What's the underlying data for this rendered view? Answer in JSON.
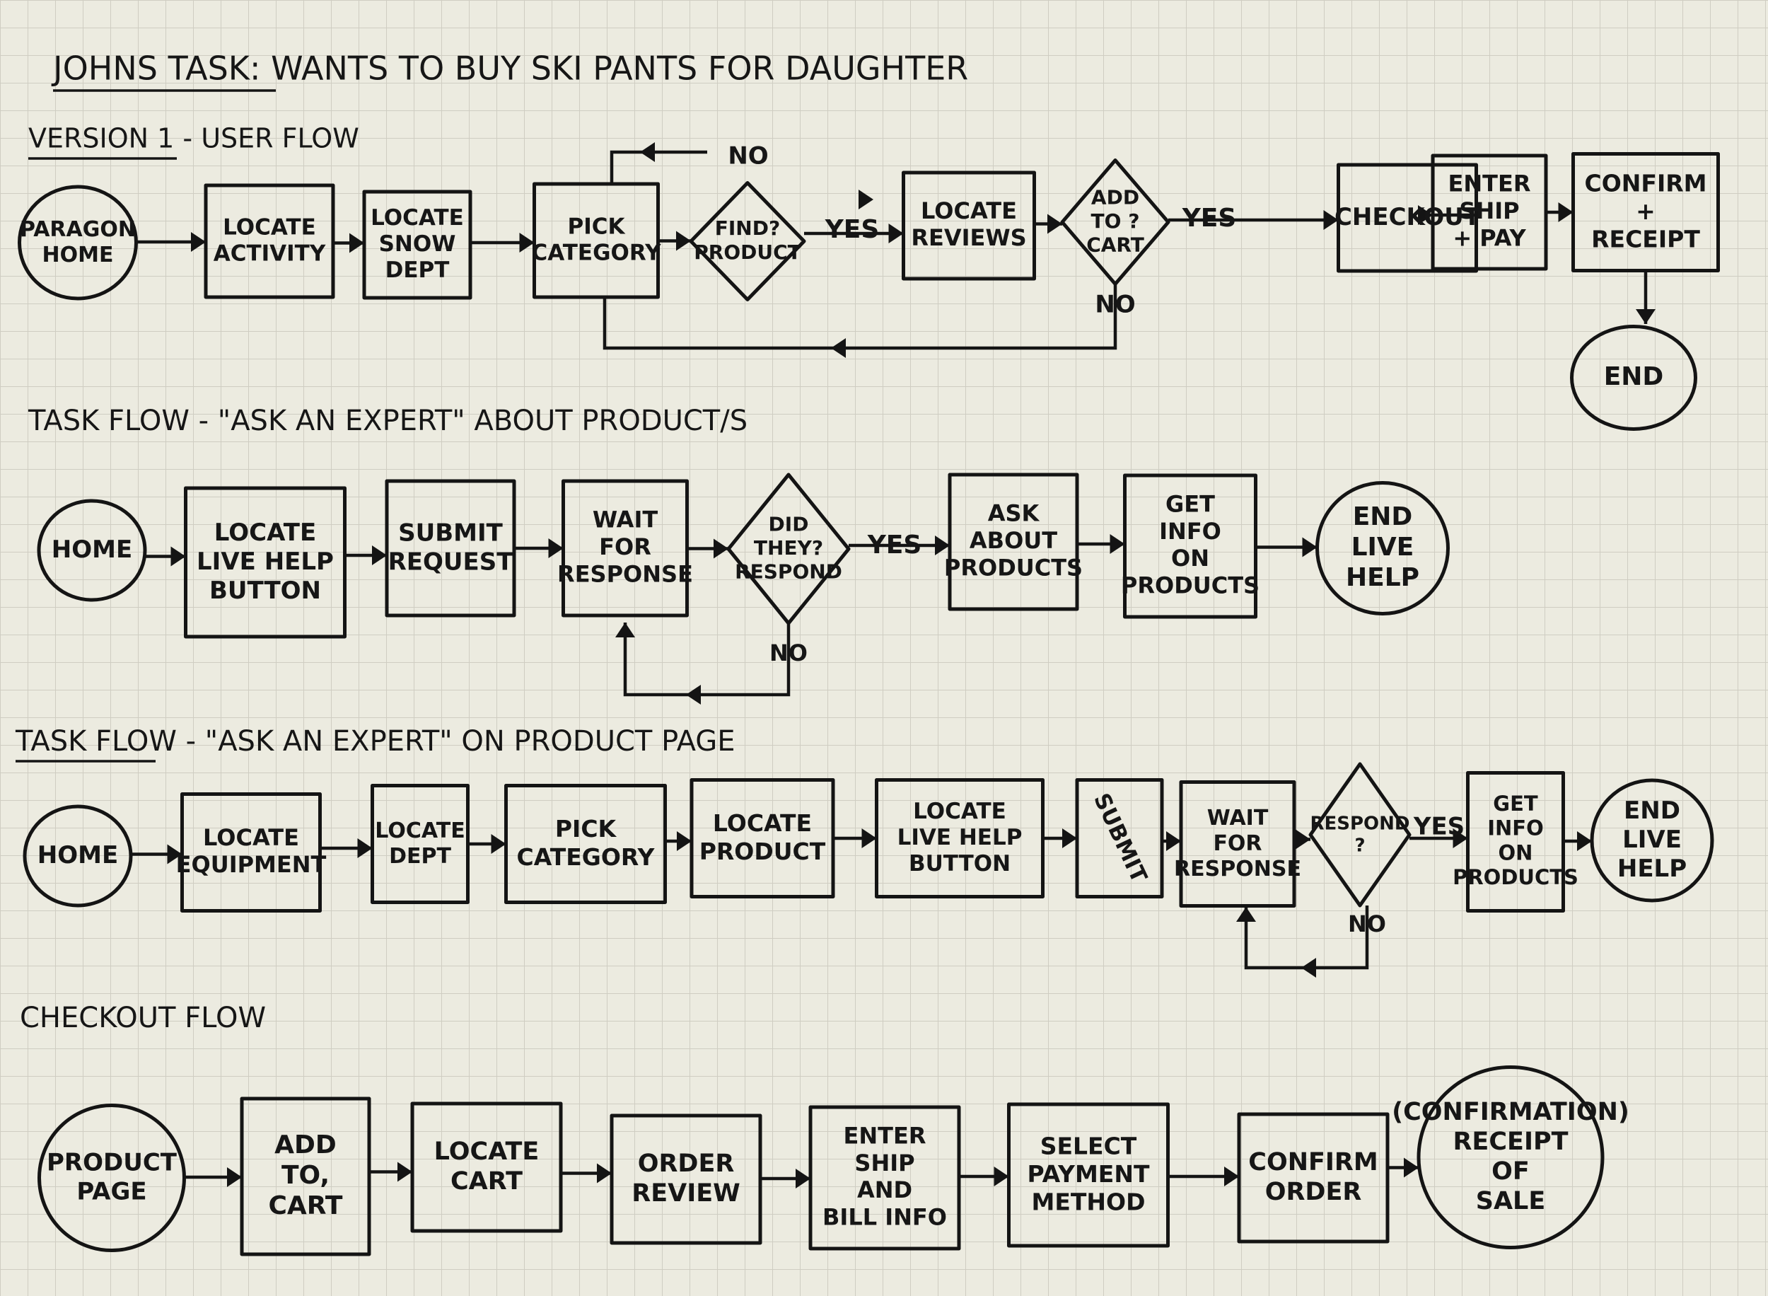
{
  "title": "JOHNS TASK: WANTS TO BUY SKI PANTS FOR DAUGHTER",
  "sections": [
    {
      "heading": "VERSION 1 - USER FLOW",
      "nodes": [
        {
          "id": "v1-paragon-home",
          "shape": "circle",
          "lines": [
            "PARAGON",
            "HOME"
          ]
        },
        {
          "id": "v1-locate-activity",
          "shape": "box",
          "lines": [
            "LOCATE",
            "ACTIVITY"
          ]
        },
        {
          "id": "v1-locate-snow-dept",
          "shape": "box",
          "lines": [
            "LOCATE",
            "SNOW",
            "DEPT"
          ]
        },
        {
          "id": "v1-pick-category",
          "shape": "box",
          "lines": [
            "PICK",
            "CATEGORY"
          ]
        },
        {
          "id": "v1-find-product",
          "shape": "diamond",
          "lines": [
            "FIND?",
            "PRODUCT"
          ]
        },
        {
          "id": "v1-locate-reviews",
          "shape": "box",
          "lines": [
            "LOCATE",
            "REVIEWS"
          ]
        },
        {
          "id": "v1-add-to-cart",
          "shape": "diamond",
          "lines": [
            "ADD",
            "TO ?",
            "CART"
          ]
        },
        {
          "id": "v1-checkout",
          "shape": "box",
          "lines": [
            "CHECKOUT"
          ]
        },
        {
          "id": "v1-enter-ship-pay",
          "shape": "box",
          "lines": [
            "ENTER",
            "SHIP",
            "+ PAY"
          ]
        },
        {
          "id": "v1-confirm-receipt",
          "shape": "box",
          "lines": [
            "CONFIRM",
            "+",
            "RECEIPT"
          ]
        },
        {
          "id": "v1-end",
          "shape": "circle",
          "lines": [
            "END"
          ]
        }
      ],
      "edge_labels": {
        "yes_1": "YES",
        "yes_2": "YES",
        "no_1": "NO",
        "no_2": "NO"
      }
    },
    {
      "heading": "TASK FLOW - \"ASK AN EXPERT\" ABOUT PRODUCT/S",
      "nodes": [
        {
          "id": "t1-home",
          "shape": "circle",
          "lines": [
            "HOME"
          ]
        },
        {
          "id": "t1-locate-live-help",
          "shape": "box",
          "lines": [
            "LOCATE",
            "LIVE HELP",
            "BUTTON"
          ]
        },
        {
          "id": "t1-submit-request",
          "shape": "box",
          "lines": [
            "SUBMIT",
            "REQUEST"
          ]
        },
        {
          "id": "t1-wait-for-response",
          "shape": "box",
          "lines": [
            "WAIT",
            "FOR",
            "RESPONSE"
          ]
        },
        {
          "id": "t1-did-they-respond",
          "shape": "diamond",
          "lines": [
            "DID",
            "THEY?",
            "RESPOND"
          ]
        },
        {
          "id": "t1-ask-about-products",
          "shape": "box",
          "lines": [
            "ASK",
            "ABOUT",
            "PRODUCTS"
          ]
        },
        {
          "id": "t1-get-info",
          "shape": "box",
          "lines": [
            "GET",
            "INFO",
            "ON",
            "PRODUCTS"
          ]
        },
        {
          "id": "t1-end-live-help",
          "shape": "circle",
          "lines": [
            "END",
            "LIVE",
            "HELP"
          ]
        }
      ],
      "edge_labels": {
        "yes": "YES",
        "no": "NO"
      }
    },
    {
      "heading": "TASK FLOW - \"ASK AN EXPERT\" ON PRODUCT PAGE",
      "nodes": [
        {
          "id": "t2-home",
          "shape": "circle",
          "lines": [
            "HOME"
          ]
        },
        {
          "id": "t2-locate-equipment",
          "shape": "box",
          "lines": [
            "LOCATE",
            "EQUIPMENT"
          ]
        },
        {
          "id": "t2-locate-dept",
          "shape": "box",
          "lines": [
            "LOCATE",
            "DEPT"
          ]
        },
        {
          "id": "t2-pick-category",
          "shape": "box",
          "lines": [
            "PICK",
            "CATEGORY"
          ]
        },
        {
          "id": "t2-locate-product",
          "shape": "box",
          "lines": [
            "LOCATE",
            "PRODUCT"
          ]
        },
        {
          "id": "t2-locate-live-help",
          "shape": "box",
          "lines": [
            "LOCATE",
            "LIVE HELP",
            "BUTTON"
          ]
        },
        {
          "id": "t2-submit",
          "shape": "box-rotated",
          "lines": [
            "SUBMIT"
          ]
        },
        {
          "id": "t2-wait-for-response",
          "shape": "box",
          "lines": [
            "WAIT",
            "FOR",
            "RESPONSE"
          ]
        },
        {
          "id": "t2-respond",
          "shape": "diamond",
          "lines": [
            "RESPOND",
            "?"
          ]
        },
        {
          "id": "t2-get-info",
          "shape": "box",
          "lines": [
            "GET",
            "INFO",
            "ON",
            "PRODUCTS"
          ]
        },
        {
          "id": "t2-end-live-help",
          "shape": "circle",
          "lines": [
            "END",
            "LIVE",
            "HELP"
          ]
        }
      ],
      "edge_labels": {
        "yes": "YES",
        "no": "NO"
      }
    },
    {
      "heading": "CHECKOUT FLOW",
      "nodes": [
        {
          "id": "c-product-page",
          "shape": "circle",
          "lines": [
            "PRODUCT",
            "PAGE"
          ]
        },
        {
          "id": "c-add-to-cart",
          "shape": "box",
          "lines": [
            "ADD",
            "TO,",
            "CART"
          ]
        },
        {
          "id": "c-locate-cart",
          "shape": "box",
          "lines": [
            "LOCATE",
            "CART"
          ]
        },
        {
          "id": "c-order-review",
          "shape": "box",
          "lines": [
            "ORDER",
            "REVIEW"
          ]
        },
        {
          "id": "c-enter-ship-bill",
          "shape": "box",
          "lines": [
            "ENTER",
            "SHIP",
            "AND",
            "BILL INFO"
          ]
        },
        {
          "id": "c-select-payment",
          "shape": "box",
          "lines": [
            "SELECT",
            "PAYMENT",
            "METHOD"
          ]
        },
        {
          "id": "c-confirm-order",
          "shape": "box",
          "lines": [
            "CONFIRM",
            "ORDER"
          ]
        },
        {
          "id": "c-receipt",
          "shape": "circle",
          "lines": [
            "(CONFIRMATION)",
            "RECEIPT",
            "OF",
            "SALE"
          ]
        }
      ],
      "edge_labels": {}
    }
  ]
}
